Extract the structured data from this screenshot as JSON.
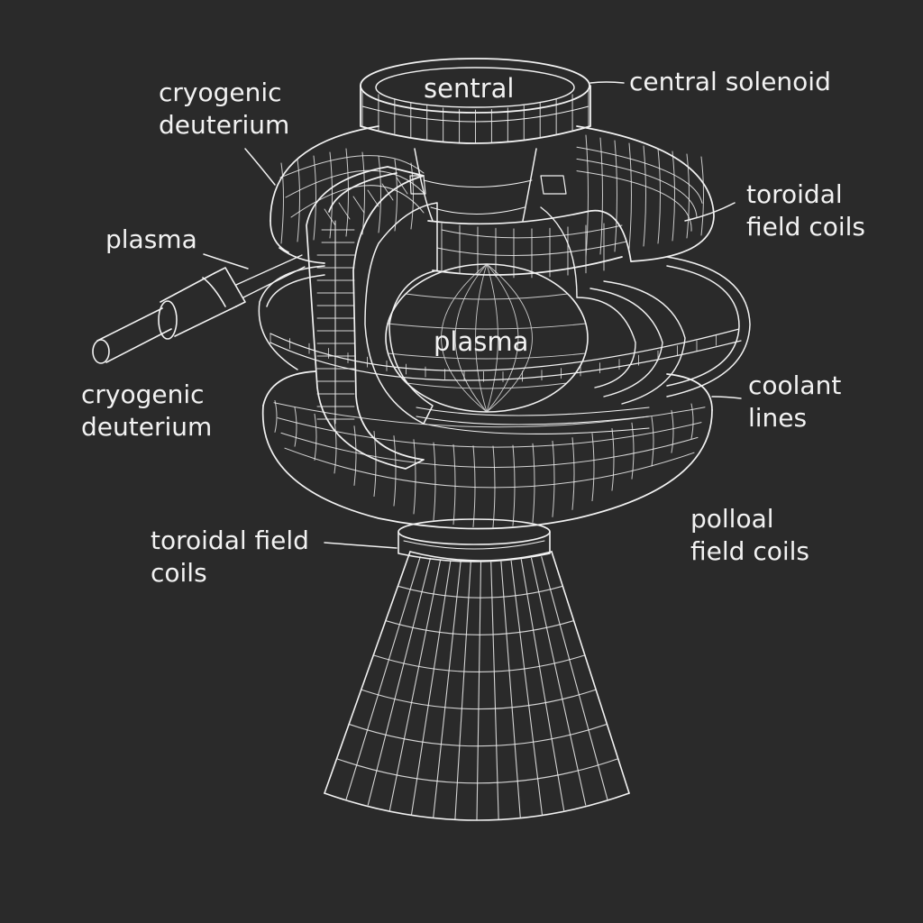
{
  "diagram": {
    "background_color": "#2a2a2a",
    "line_color": "#f2f2f2",
    "labels": {
      "sentral": "sentral",
      "central_solenoid": "central solenoid",
      "cryogenic_top": [
        "cryogenic",
        "deuterium"
      ],
      "toroidal_right": [
        "toroidal",
        "field coils"
      ],
      "plasma_left": "plasma",
      "plasma_center": "plasma",
      "cryogenic_left": [
        "cryogenic",
        "deuterium"
      ],
      "coolant_lines": [
        "coolant",
        "lines"
      ],
      "toroidal_bottom": [
        "toroidal field",
        "coils"
      ],
      "poloidal": [
        "polloal",
        "field coils"
      ]
    }
  }
}
